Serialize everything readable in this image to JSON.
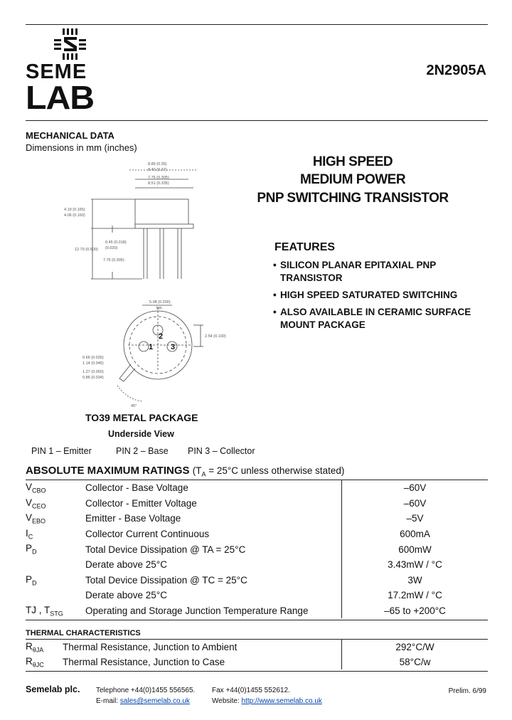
{
  "logo": {
    "top": "SEME",
    "bottom": "LAB"
  },
  "part_number": "2N2905A",
  "mechanical": {
    "title": "MECHANICAL DATA",
    "subtitle": "Dimensions in mm (inches)"
  },
  "headline": [
    "HIGH SPEED",
    "MEDIUM POWER",
    "PNP SWITCHING TRANSISTOR"
  ],
  "features": {
    "title": "FEATURES",
    "items": [
      [
        "SILICON PLANAR EPITAXIAL PNP",
        "TRANSISTOR"
      ],
      [
        "HIGH SPEED SATURATED SWITCHING"
      ],
      [
        "ALSO AVAILABLE IN CERAMIC SURFACE",
        "MOUNT PACKAGE"
      ]
    ]
  },
  "drawing": {
    "dims": [
      "8.89 (0.35)",
      "8.40 (0.37)",
      "7.75 (0.305)",
      "8.51 (0.335)",
      "4.19 (0.165)",
      "4.06 (0.160)",
      "12.70 (0.500)",
      "0.45 (0.018)",
      "(0.020)",
      "7.75 (0.305)",
      "5.08 (0.200)",
      "typ.",
      "0.66 (0.026)",
      "1.14 (0.045)",
      "1.27 (0.050)",
      "0.86 (0.034)",
      "2.54 (0.100)",
      "45°"
    ],
    "pins": [
      "1",
      "2",
      "3"
    ]
  },
  "package": {
    "title": "TO39 METAL PACKAGE",
    "view": "Underside View",
    "pins": [
      "PIN 1 – Emitter",
      "PIN 2 – Base",
      "PIN 3 – Collector"
    ]
  },
  "ratings": {
    "title": "ABSOLUTE MAXIMUM RATINGS",
    "condition": "(TA = 25°C unless otherwise stated)",
    "rows": [
      {
        "sym": "V",
        "sub": "CBO",
        "desc": "Collector - Base Voltage",
        "value": "–60V"
      },
      {
        "sym": "V",
        "sub": "CEO",
        "desc": "Collector - Emitter Voltage",
        "value": "–60V"
      },
      {
        "sym": "V",
        "sub": "EBO",
        "desc": "Emitter - Base Voltage",
        "value": "–5V"
      },
      {
        "sym": "I",
        "sub": "C",
        "desc": "Collector Current Continuous",
        "value": "600mA"
      },
      {
        "sym": "P",
        "sub": "D",
        "desc": "Total Device Dissipation @ TA = 25°C",
        "value": "600mW"
      },
      {
        "sym": "",
        "sub": "",
        "desc": "Derate above 25°C",
        "value": "3.43mW / °C"
      },
      {
        "sym": "P",
        "sub": "D",
        "desc": "Total Device Dissipation @ TC = 25°C",
        "value": "3W"
      },
      {
        "sym": "",
        "sub": "",
        "desc": "Derate above 25°C",
        "value": "17.2mW / °C"
      },
      {
        "sym": "TJ , T",
        "sub": "STG",
        "desc": "Operating and Storage Junction Temperature Range",
        "value": "–65 to +200°C"
      }
    ]
  },
  "thermal": {
    "title": "THERMAL CHARACTERISTICS",
    "rows": [
      {
        "sym": "R",
        "sub": "θJA",
        "desc": "Thermal Resistance, Junction to Ambient",
        "value": "292°C/W"
      },
      {
        "sym": "R",
        "sub": "θJC",
        "desc": "Thermal Resistance, Junction to Case",
        "value": "58°C/w"
      }
    ]
  },
  "footer": {
    "company": "Semelab plc.",
    "telephone": "Telephone +44(0)1455 556565.",
    "fax": "Fax +44(0)1455 552612.",
    "email_label": "E-mail:",
    "email": "sales@semelab.co.uk",
    "website_label": "Website:",
    "website": "http://www.semelab.co.uk",
    "revision": "Prelim. 6/99"
  }
}
